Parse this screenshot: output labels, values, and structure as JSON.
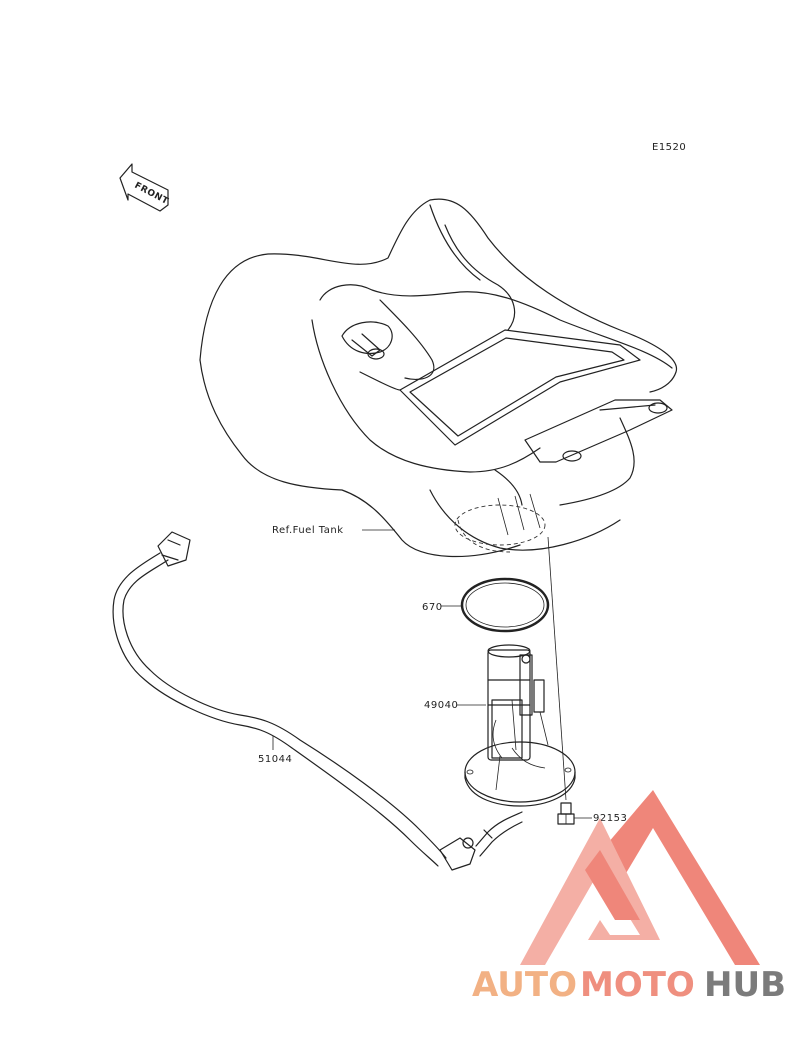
{
  "diagram_code": "E1520",
  "front_badge": "FRONT",
  "parts": {
    "fuel_tank_ref": "Ref.Fuel Tank",
    "o_ring": "670",
    "fuel_pump": "49040",
    "fuel_hose": "51044",
    "bolt": "92153"
  },
  "watermark": {
    "part1": "AUTO",
    "part2": "MOTO",
    "part3": "HUB"
  },
  "colors": {
    "line": "#222222",
    "watermark_red": "#ee7a6c",
    "watermark_orange": "#f2b184",
    "watermark_gray": "#7b7b7b"
  }
}
